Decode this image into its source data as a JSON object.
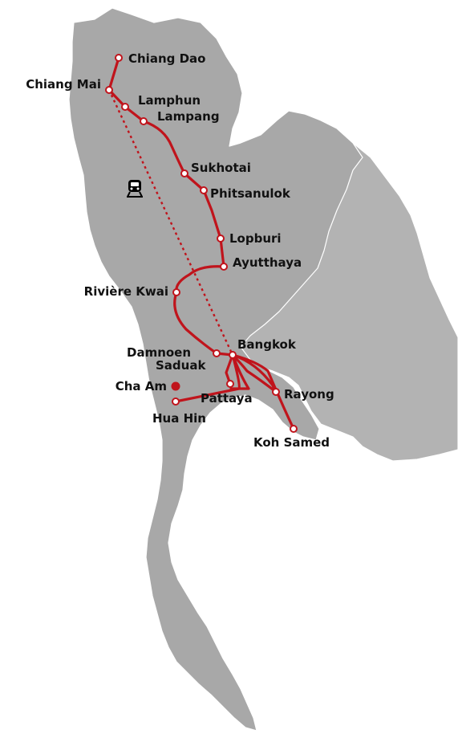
{
  "colors": {
    "route": "#c0141c",
    "land": "#a8a8a8",
    "label": "#111111"
  },
  "icons": {
    "train": "train-icon"
  },
  "cities": {
    "chiang_dao": "Chiang Dao",
    "chiang_mai": "Chiang Mai",
    "lamphun": "Lamphun",
    "lampang": "Lampang",
    "sukhotai": "Sukhotai",
    "phitsanulok": "Phitsanulok",
    "lopburi": "Lopburi",
    "ayutthaya": "Ayutthaya",
    "riviere_kwai": "Rivière Kwai",
    "bangkok": "Bangkok",
    "damnoen": "Damnoen",
    "saduak": "Saduak",
    "cha_am": "Cha Am",
    "pattaya": "Pattaya",
    "rayong": "Rayong",
    "hua_hin": "Hua Hin",
    "koh_samed": "Koh Samed"
  }
}
